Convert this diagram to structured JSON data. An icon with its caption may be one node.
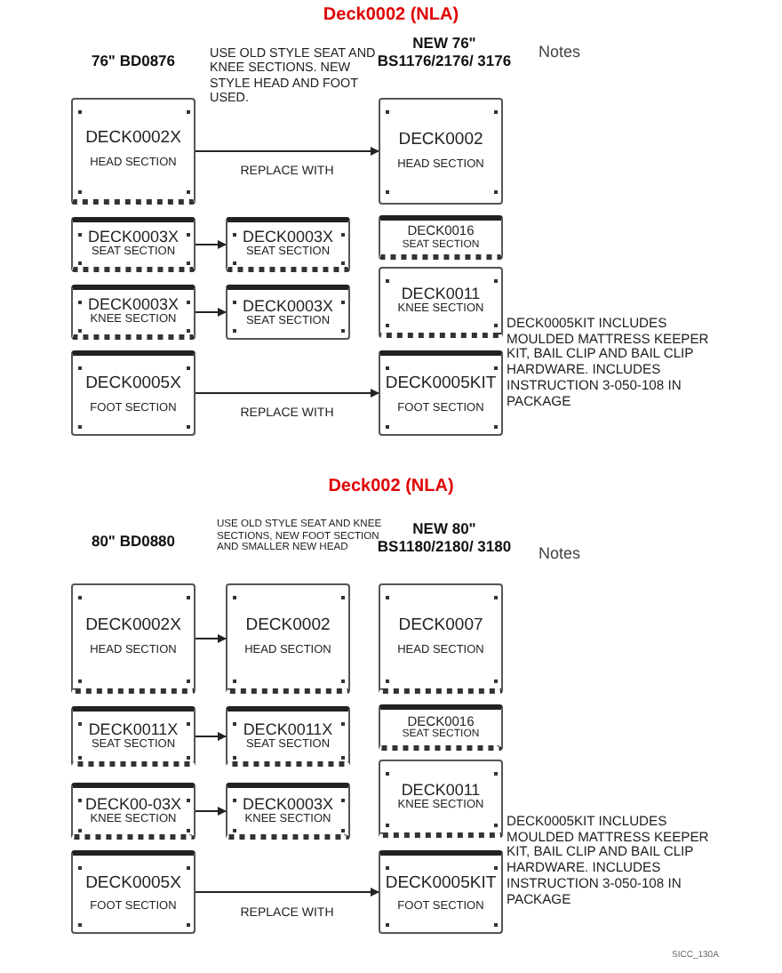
{
  "diagram": {
    "nodes": [
      {
        "text": [
          "DECK0002X",
          "HEAD SECTION"
        ]
      },
      {
        "text": [
          "DECK0002",
          "HEAD SECTION"
        ]
      },
      {
        "text": [
          "DECK0003X",
          "SEAT SECTION"
        ]
      },
      {
        "text": [
          "DECK0003X",
          "SEAT SECTION"
        ]
      },
      {
        "text": [
          "DECK0016",
          "SEAT SECTION"
        ]
      },
      {
        "text": [
          "DECK0003X",
          "KNEE SECTION"
        ]
      },
      {
        "text": [
          "DECK0003X",
          "SEAT SECTION"
        ]
      },
      {
        "text": [
          "DECK0011",
          "KNEE SECTION"
        ]
      },
      {
        "text": [
          "DECK0005X",
          "FOOT SECTION"
        ]
      },
      {
        "text": [
          "DECK0005KIT",
          "FOOT SECTION"
        ]
      },
      {
        "text": [
          "DECK0002X",
          "HEAD SECTION"
        ]
      },
      {
        "text": [
          "DECK0002",
          "HEAD SECTION"
        ]
      },
      {
        "text": [
          "DECK0007",
          "HEAD SECTION"
        ]
      },
      {
        "text": [
          "DECK0011X",
          "SEAT SECTION"
        ]
      },
      {
        "text": [
          "DECK0011X",
          "SEAT SECTION"
        ]
      },
      {
        "text": [
          "DECK0016",
          "SEAT SECTION"
        ]
      },
      {
        "text": [
          "DECK00-03X",
          "KNEE SECTION"
        ]
      },
      {
        "text": [
          "DECK0003X",
          "KNEE SECTION"
        ]
      },
      {
        "text": [
          "DECK0011",
          "KNEE SECTION"
        ]
      },
      {
        "text": [
          "DECK0005X",
          "FOOT SECTION"
        ]
      },
      {
        "text": [
          "DECK0005KIT",
          "FOOT SECTION"
        ]
      }
    ],
    "edges": [
      {
        "from": 0,
        "to": 1,
        "arrow": "to",
        "label": "REPLACE WITH"
      },
      {
        "from": 2,
        "to": 3,
        "arrow": "to"
      },
      {
        "from": 5,
        "to": 6,
        "arrow": "to"
      },
      {
        "from": 8,
        "to": 9,
        "arrow": "to",
        "label": "REPLACE WITH"
      },
      {
        "from": 10,
        "to": 11,
        "arrow": "to"
      },
      {
        "from": 13,
        "to": 14,
        "arrow": "to"
      },
      {
        "from": 16,
        "to": 17,
        "arrow": "to"
      },
      {
        "from": 19,
        "to": 20,
        "arrow": "to",
        "label": "REPLACE WITH"
      }
    ],
    "labels": [
      "Deck0002 (NLA)",
      "76\" BD0876",
      "USE OLD STYLE SEAT AND KNEE SECTIONS. NEW STYLE HEAD AND FOOT USED.",
      "NEW 76\" BS1176/2176/ 3176",
      "Notes",
      "DECK0005KIT INCLUDES MOULDED MATTRESS KEEPER KIT, BAIL CLIP AND BAIL CLIP HARDWARE. INCLUDES INSTRUCTION 3-050-108 IN PACKAGE",
      "Deck002 (NLA)",
      "80\" BD0880",
      "USE OLD STYLE SEAT AND KNEE SECTIONS, NEW FOOT SECTION AND SMALLER NEW HEAD",
      "NEW 80\" BS1180/2180/ 3180",
      "Notes",
      "DECK0005KIT INCLUDES MOULDED MATTRESS KEEPER KIT, BAIL CLIP AND BAIL CLIP HARDWARE. INCLUDES INSTRUCTION 3-050-108 IN PACKAGE",
      "SICC_130A"
    ]
  }
}
